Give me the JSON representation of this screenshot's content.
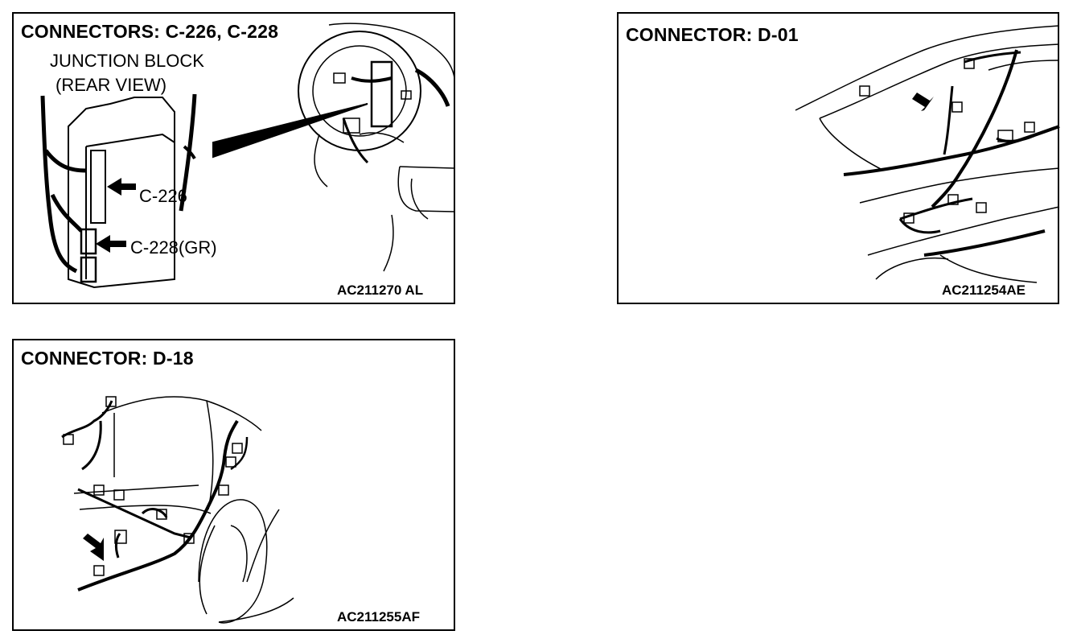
{
  "panels": [
    {
      "title": "CONNECTORS: C-226, C-228",
      "labels": {
        "junction_block": "JUNCTION BLOCK",
        "rear_view": "(REAR VIEW)",
        "c226": "C-226",
        "c228": "C-228(GR)"
      },
      "code": "AC211270 AL"
    },
    {
      "title": "CONNECTOR: D-01",
      "code": "AC211254AE"
    },
    {
      "title": "CONNECTOR: D-18",
      "code": "AC211255AF"
    }
  ]
}
